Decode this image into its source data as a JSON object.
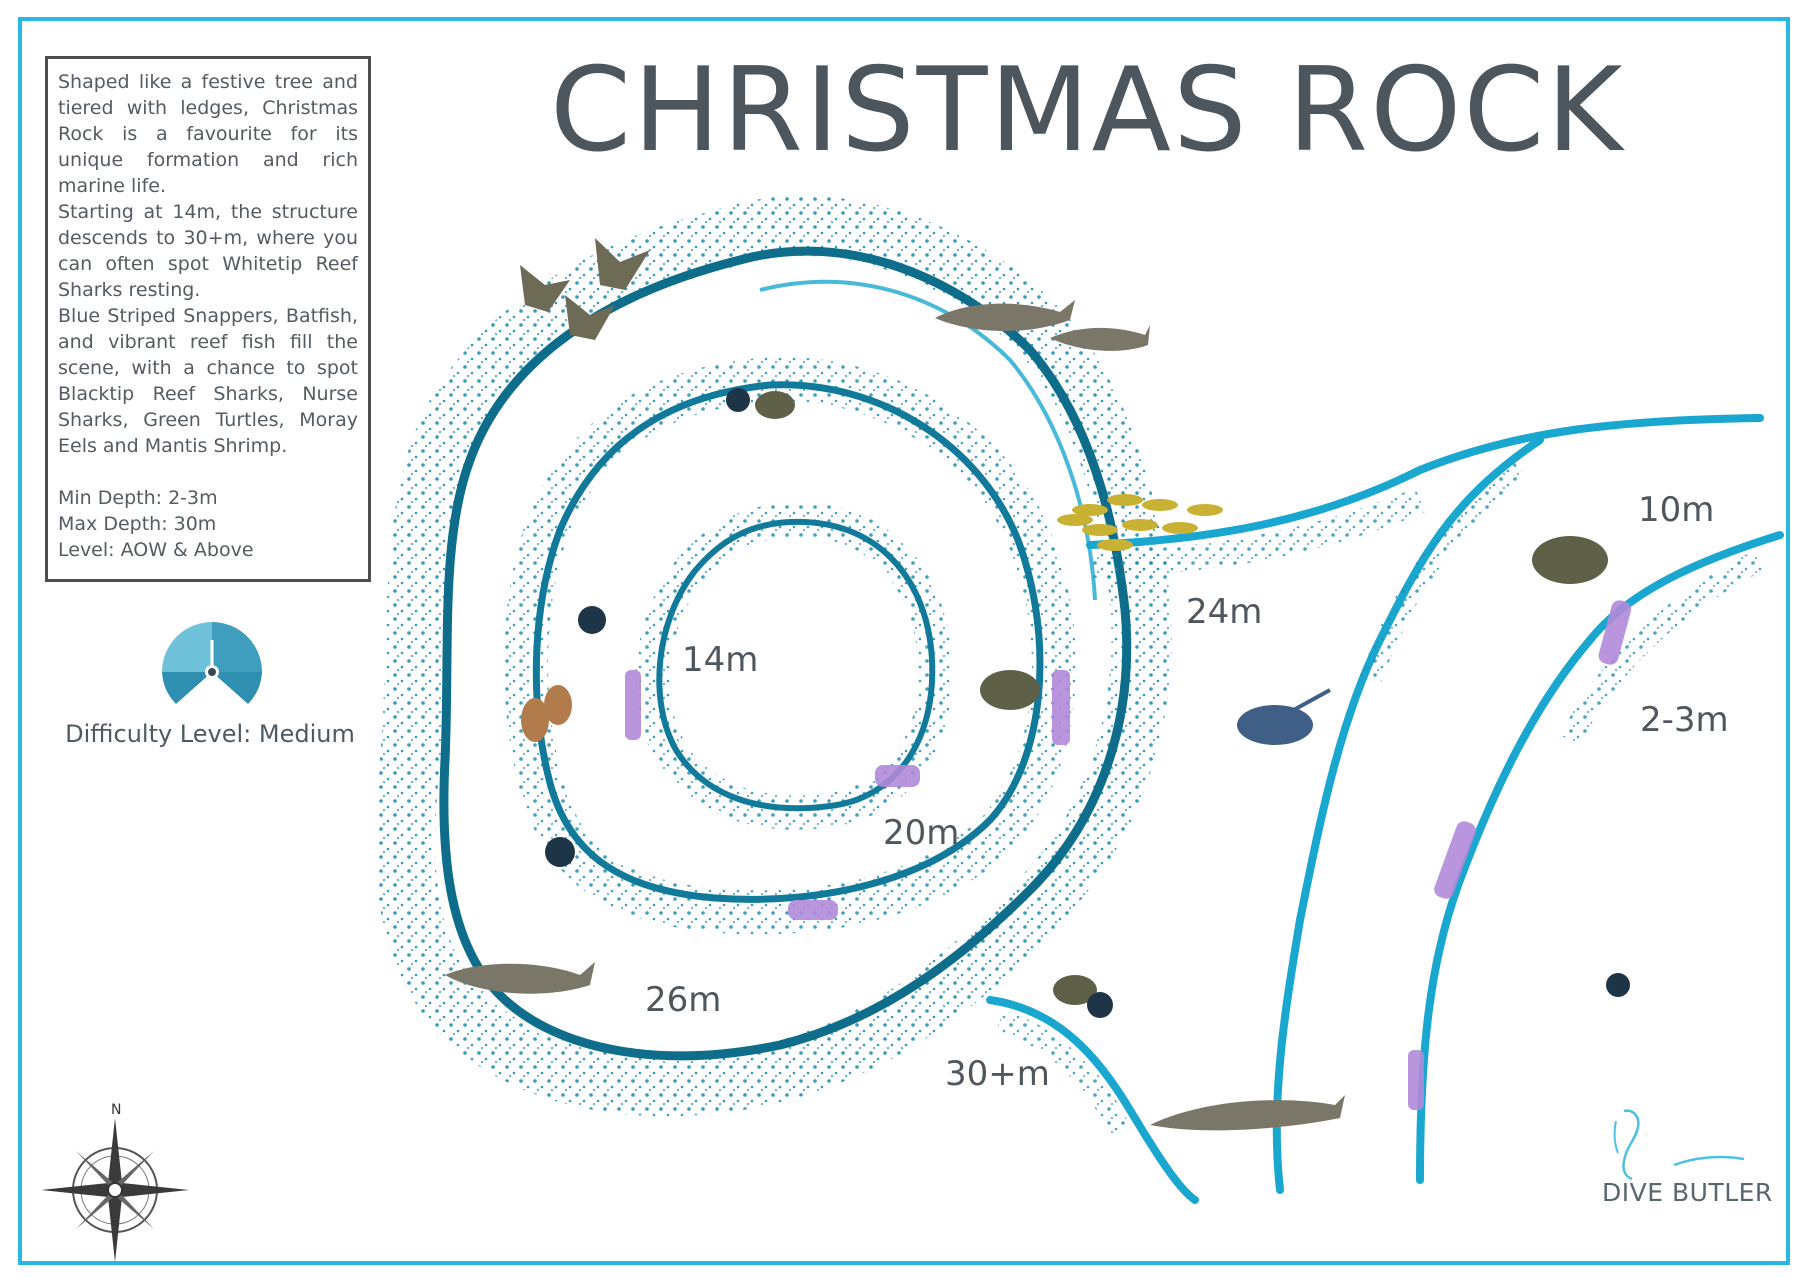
{
  "title": "CHRISTMAS ROCK",
  "description": {
    "paragraph_1": "Shaped like a festive tree and tiered with ledges, Christmas Rock is a favourite for its unique formation and rich marine life.",
    "paragraph_2": "Starting at 14m, the structure descends to 30+m, where you can often spot Whitetip Reef Sharks resting.",
    "paragraph_3": "Blue Striped Snappers, Batfish, and vibrant reef fish fill the scene, with a chance to spot Blacktip Reef Sharks, Nurse Sharks, Green Turtles, Moray Eels and Mantis Shrimp.",
    "min_depth": "Min Depth: 2-3m",
    "max_depth": "Max Depth: 30m",
    "level": "Level: AOW & Above"
  },
  "difficulty": {
    "label": "Difficulty Level: Medium",
    "level_fraction": 0.5
  },
  "depth_labels": {
    "d14": "14m",
    "d20": "20m",
    "d24": "24m",
    "d26": "26m",
    "d30": "30+m",
    "d10": "10m",
    "d2_3": "2-3m"
  },
  "compass": {
    "north": "N"
  },
  "logo": {
    "text": "DIVE BUTLER"
  },
  "colors": {
    "frame": "#2bb7e3",
    "contour": "#1aa7cf",
    "contour_dark": "#0d6d8a",
    "text": "#4f565c",
    "gauge_light": "#6fc2da",
    "gauge_dark": "#2f8fb0"
  },
  "marine_life": [
    "eagle-ray",
    "whitetip-reef-shark",
    "blacktip-reef-shark",
    "green-turtle",
    "blue-striped-snapper",
    "batfish",
    "stingray",
    "soft-coral",
    "sea-fan"
  ]
}
